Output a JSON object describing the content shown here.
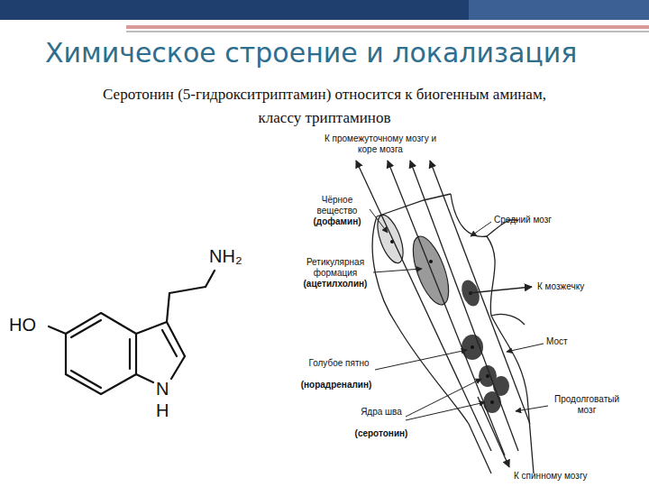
{
  "diagram": {
    "title": "Химическое строение и локализация",
    "labels": [
      "Серотонин (5-гидрокситриптамин) относится к биогенным аминам, классу триптаминов",
      "HO",
      "NH₂",
      "N",
      "H",
      "К промежуточному мозгу и коре мозга",
      "Чёрное вещество",
      "(дофамин)",
      "Средний мозг",
      "Ретикулярная формация",
      "(ацетилхолин)",
      "К мозжечку",
      "Мост",
      "Голубое пятно",
      "(норадреналин)",
      "Ядра шва",
      "(серотонин)",
      "Продолговатый мозг",
      "К спинному мозгу"
    ]
  }
}
